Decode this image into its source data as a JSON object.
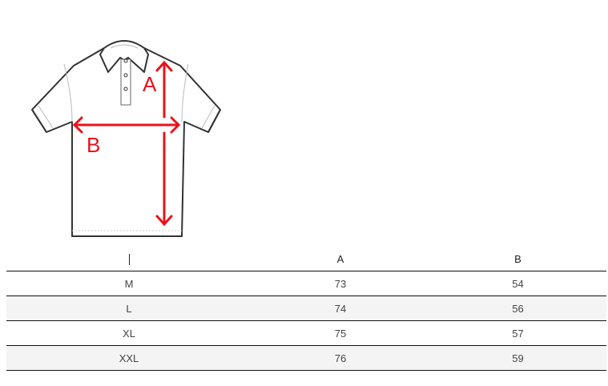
{
  "diagram": {
    "label_a": "A",
    "label_b": "B",
    "accent_color": "#e8131b",
    "subject": "polo-shirt-outline"
  },
  "table": {
    "headers": [
      "|",
      "A",
      "B"
    ],
    "rows": [
      {
        "size": "M",
        "a": "73",
        "b": "54"
      },
      {
        "size": "L",
        "a": "74",
        "b": "56"
      },
      {
        "size": "XL",
        "a": "75",
        "b": "57"
      },
      {
        "size": "XXL",
        "a": "76",
        "b": "59"
      }
    ]
  }
}
